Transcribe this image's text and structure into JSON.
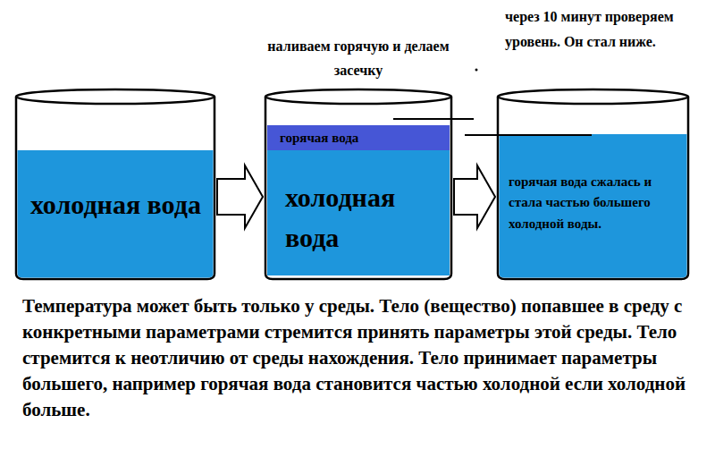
{
  "diagram": {
    "caption": "Температура может быть только у среды. Тело (вещество) попавшее в среду с конкретными параметрами стремится принять параметры этой среды. Тело стремится к неотличию от среды нахождения. Тело принимает параметры большего, например горячая вода становится частью холодной если холодной больше.",
    "nodes": [
      {
        "text": [
          "холодная вода"
        ]
      },
      {
        "text": [
          "наливаем горячую и делаем засечку"
        ]
      },
      {
        "text": [
          "горячая вода"
        ],
        "in": 1
      },
      {
        "text": [
          "холодная вода"
        ],
        "in": 1
      },
      {
        "text": [
          "через 10 минут проверяем уровень. Он стал ниже.",
          "горячая вода сжалась и стала частью большего холодной воды."
        ]
      }
    ],
    "edges": [
      {
        "from": 0,
        "to": 1,
        "arrow": "to"
      },
      {
        "from": 1,
        "to": 4,
        "arrow": "to"
      }
    ]
  }
}
